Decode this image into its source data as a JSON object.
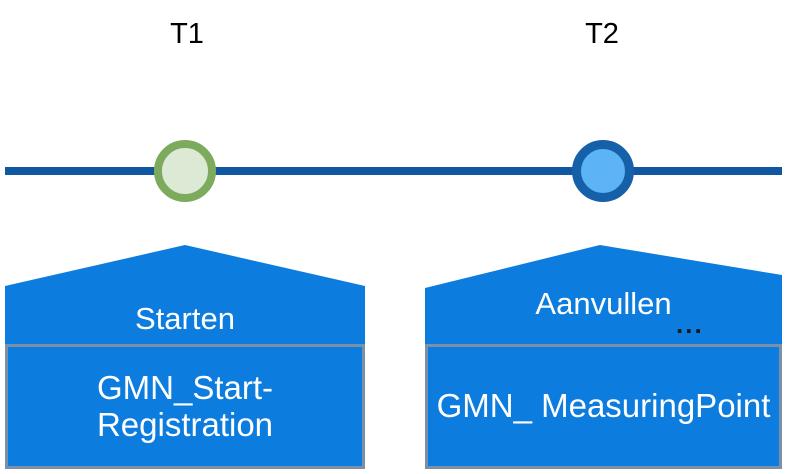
{
  "diagram": {
    "type": "timeline",
    "axis": {
      "name": "timeline-axis",
      "color": "#1056A0"
    },
    "colors": {
      "axis": "#1056A0",
      "shape_fill": "#0C7CDE",
      "box_border": "#7A8FA8",
      "node_t1_ring": "#7CAB5E",
      "node_t1_fill": "#DCE9D5",
      "node_t2_ring": "#1560A8",
      "node_t2_fill": "#5CB3F5",
      "label_text": "#000000",
      "shape_text": "#FFFFFF"
    },
    "markers": [
      {
        "id": "t1",
        "label": "T1",
        "node_icon": "circle-node-green",
        "action": "Starten",
        "action_suffix": "",
        "entity": "GMN_Start-Registration"
      },
      {
        "id": "t2",
        "label": "T2",
        "node_icon": "circle-node-blue",
        "action": "Aanvullen",
        "action_suffix": "...",
        "entity": "GMN_ MeasuringPoint"
      }
    ]
  }
}
